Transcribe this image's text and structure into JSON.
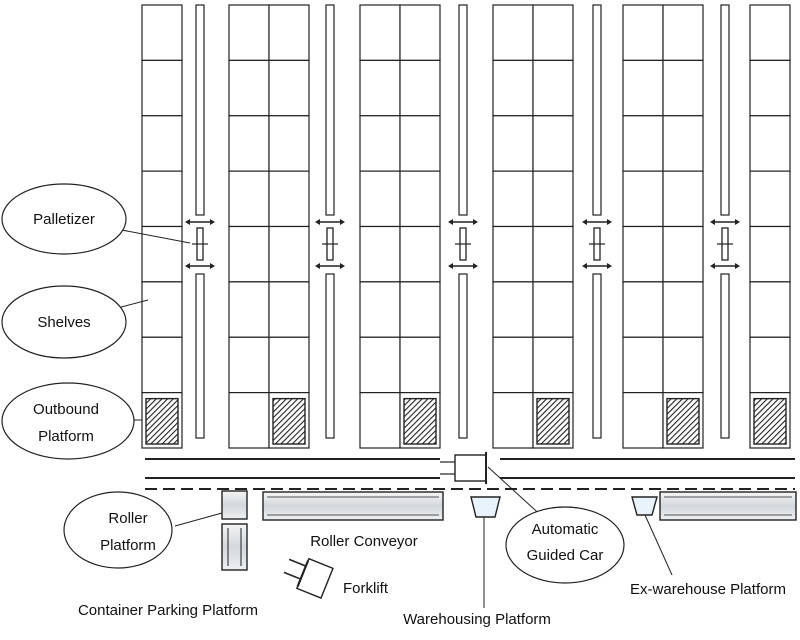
{
  "labels": {
    "palletizer": "Palletizer",
    "shelves": "Shelves",
    "outbound_line1": "Outbound",
    "outbound_line2": "Platform",
    "roller_platform_line1": "Roller",
    "roller_platform_line2": "Platform",
    "roller_conveyor": "Roller Conveyor",
    "automatic_line1": "Automatic",
    "automatic_line2": "Guided Car",
    "forklift": "Forklift",
    "container_parking": "Container Parking Platform",
    "warehousing_platform": "Warehousing Platform",
    "ex_warehouse_platform": "Ex-warehouse Platform"
  },
  "colors": {
    "line": "#222222",
    "platform_fill": "#d9dee3",
    "conveyor_fill": "#e6e8eb",
    "background": "#ffffff"
  }
}
